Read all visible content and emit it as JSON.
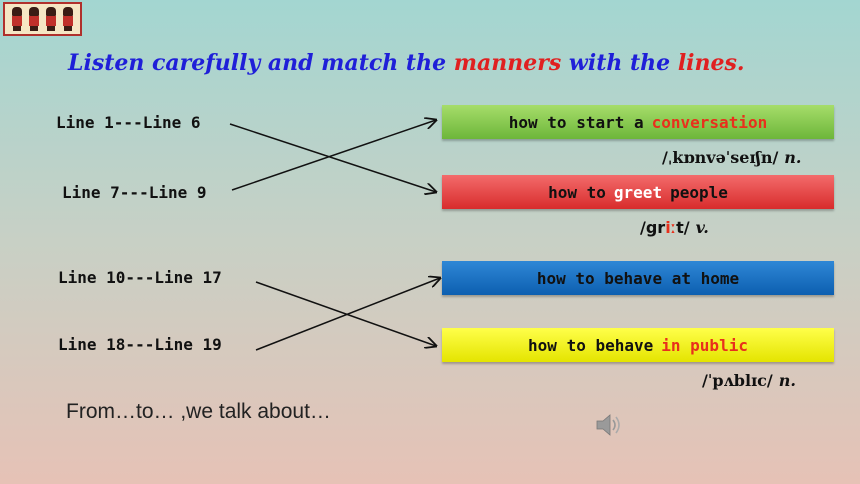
{
  "title": {
    "prefix": "Listen carefully and match the ",
    "w1": "manners",
    "mid": " with the ",
    "w2": "lines",
    "end": "."
  },
  "lines": [
    "Line 1---Line 6",
    "Line 7---Line 9",
    "Line 10---Line 17",
    "Line 18---Line 19"
  ],
  "manners": [
    {
      "pre": "how to start a",
      "hl": "conversation",
      "post": ""
    },
    {
      "pre": "how to",
      "hl": "greet",
      "post": "people"
    },
    {
      "pre": "how to behave at home",
      "hl": "",
      "post": ""
    },
    {
      "pre": "how to behave",
      "hl": "in public",
      "post": ""
    }
  ],
  "phonetics": {
    "conversation": {
      "text": "/ˌkɒnvəˈseɪʃn/",
      "pos": "n."
    },
    "greet": {
      "pre": "/gr",
      "hl": "iː",
      "post": "t/",
      "pos": "v."
    },
    "public": {
      "text": "/ˈpʌblɪc/",
      "pos": "n."
    }
  },
  "footer": "From…to… ,we talk about…",
  "colors": {
    "title": "#1f1fd8",
    "highlight": "#e02020",
    "green": "#6db63a",
    "red": "#d82c2c",
    "blue": "#0d5fb0",
    "yellow": "#e4e400"
  },
  "icons": [
    "guard-icon",
    "speaker-icon"
  ]
}
